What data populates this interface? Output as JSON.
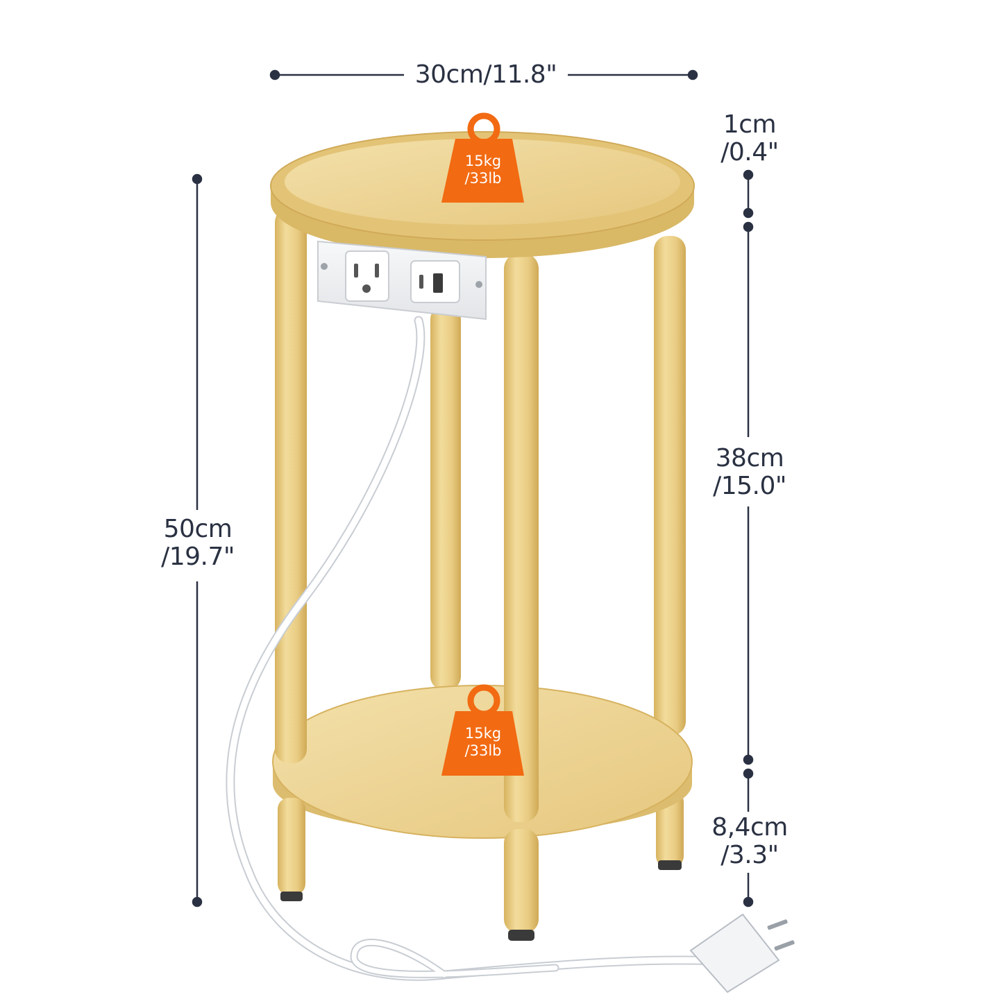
{
  "dimensions": {
    "width": "30cm/11.8\"",
    "total_height": {
      "metric": "50cm",
      "imperial": "/19.7\""
    },
    "top_thickness": {
      "metric": "1cm",
      "imperial": "/0.4\""
    },
    "shelf_gap": {
      "metric": "38cm",
      "imperial": "/15.0\""
    },
    "bottom_clearance": {
      "metric": "8,4cm",
      "imperial": "/3.3\""
    }
  },
  "load_badges": {
    "top": {
      "line1": "15kg",
      "line2": "/33lb"
    },
    "bottom": {
      "line1": "15kg",
      "line2": "/33lb"
    }
  },
  "colors": {
    "dimension_line": "#2a3142",
    "badge": "#f26a12",
    "wood": "#edd391",
    "wood_edge": "#d9b866",
    "outlet_panel": "#f1f2f4",
    "cord": "#ffffff"
  }
}
